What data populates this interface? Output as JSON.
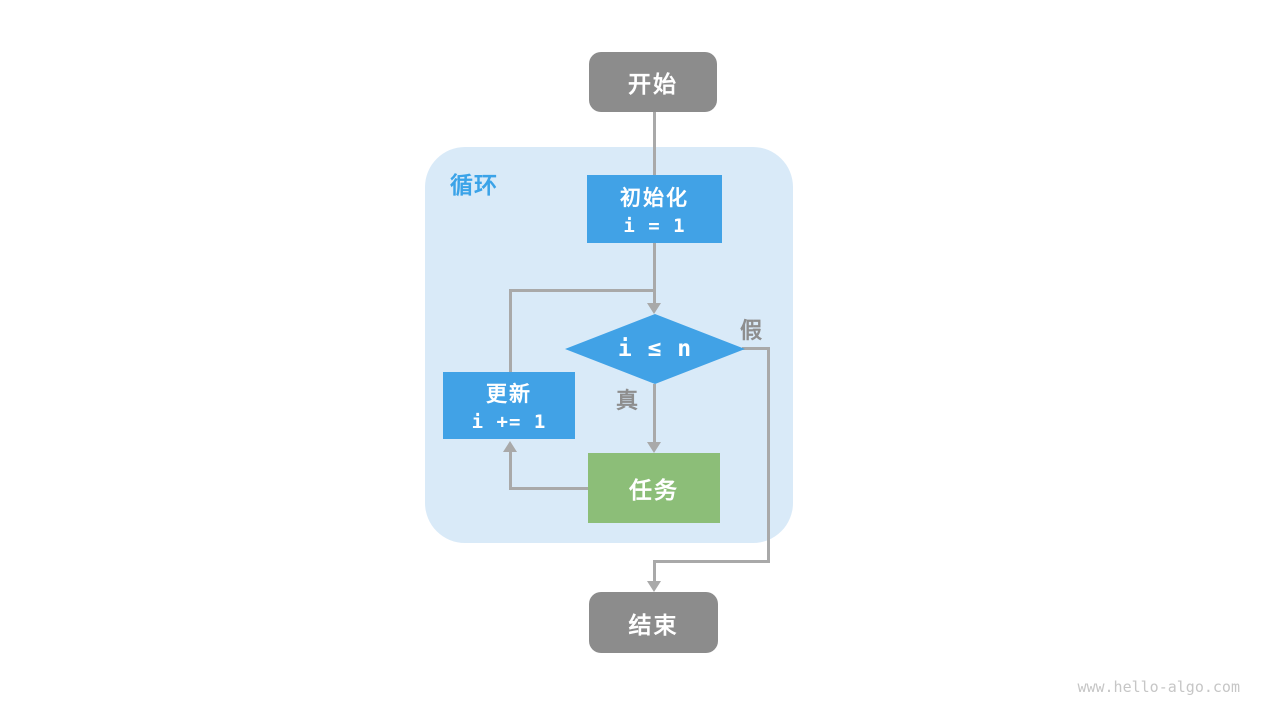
{
  "page": {
    "watermark": "www.hello-algo.com"
  },
  "diagram": {
    "loop_label": "循环",
    "nodes": {
      "start": {
        "label": "开始"
      },
      "init": {
        "title": "初始化",
        "code": "i = 1"
      },
      "condition": {
        "label": "i ≤ n"
      },
      "update": {
        "title": "更新",
        "code": "i += 1"
      },
      "task": {
        "label": "任务"
      },
      "end": {
        "label": "结束"
      }
    },
    "edge_labels": {
      "true_branch": "真",
      "false_branch": "假"
    },
    "colors": {
      "node_blue": "#41A2E6",
      "node_green": "#8CBE78",
      "node_gray": "#8C8C8C",
      "loop_bg": "#D9EAF8",
      "line": "#A9A9A9",
      "label_gray": "#8E8E8E",
      "loop_label_blue": "#3BA3E8",
      "watermark_gray": "#C6C6C6"
    }
  }
}
